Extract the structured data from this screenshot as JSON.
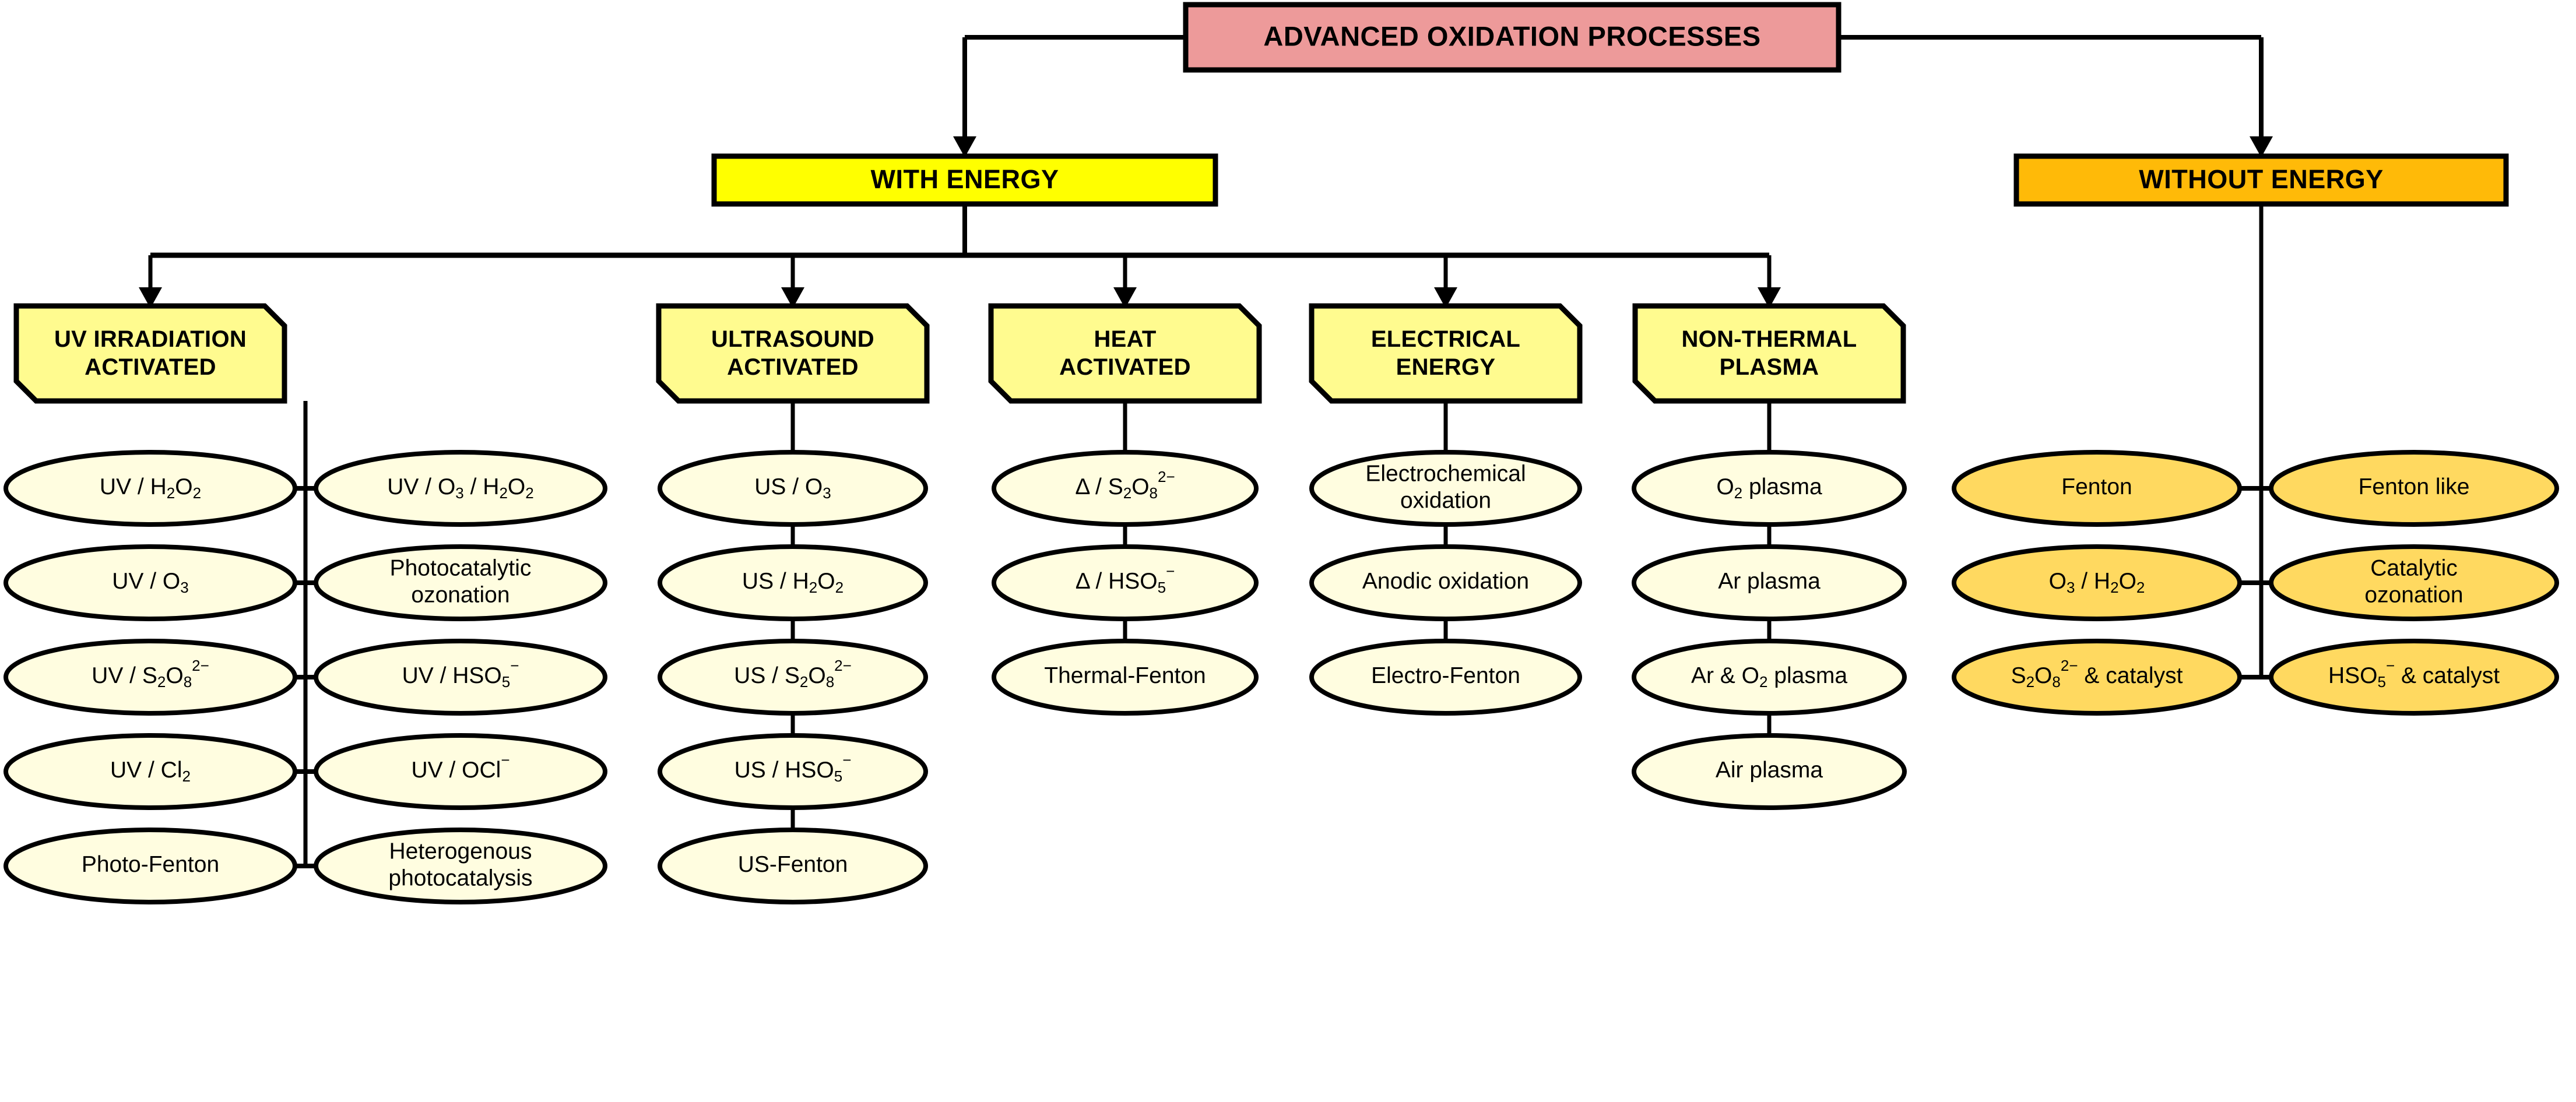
{
  "diagram": {
    "title": "Advanced Oxidation Processes classification",
    "colors": {
      "root_fill": "#ED9A9A",
      "with_energy_fill": "#FFFF00",
      "without_energy_fill": "#FFBA08",
      "category_fill": "#FFFB8F",
      "leaf_left_fill": "#FFFDE0",
      "leaf_right_fill": "#FFD960",
      "stroke": "#000000",
      "background": "#FFFFFF"
    },
    "root": {
      "label": "ADVANCED OXIDATION PROCESSES"
    },
    "branches": [
      {
        "key": "with_energy",
        "label": "WITH ENERGY"
      },
      {
        "key": "without_energy",
        "label": "WITHOUT ENERGY"
      }
    ],
    "categories": [
      {
        "key": "uv",
        "label_lines": [
          "UV IRRADIATION",
          "ACTIVATED"
        ],
        "layout": "two-column",
        "left_column": [
          {
            "parts": [
              {
                "t": "UV / H",
                "k": "n"
              },
              {
                "t": "2",
                "k": "sub"
              },
              {
                "t": "O",
                "k": "n"
              },
              {
                "t": "2",
                "k": "sub"
              }
            ]
          },
          {
            "parts": [
              {
                "t": "UV / O",
                "k": "n"
              },
              {
                "t": "3",
                "k": "sub"
              }
            ]
          },
          {
            "parts": [
              {
                "t": "UV / S",
                "k": "n"
              },
              {
                "t": "2",
                "k": "sub"
              },
              {
                "t": "O",
                "k": "n"
              },
              {
                "t": "8",
                "k": "sub"
              },
              {
                "t": "2−",
                "k": "sup"
              }
            ]
          },
          {
            "parts": [
              {
                "t": "UV / Cl",
                "k": "n"
              },
              {
                "t": "2",
                "k": "sub"
              }
            ]
          },
          {
            "parts": [
              {
                "t": "Photo-Fenton",
                "k": "n"
              }
            ]
          }
        ],
        "right_column": [
          {
            "parts": [
              {
                "t": "UV / O",
                "k": "n"
              },
              {
                "t": "3",
                "k": "sub"
              },
              {
                "t": " / H",
                "k": "n"
              },
              {
                "t": "2",
                "k": "sub"
              },
              {
                "t": "O",
                "k": "n"
              },
              {
                "t": "2",
                "k": "sub"
              }
            ]
          },
          {
            "lines": [
              "Photocatalytic",
              "ozonation"
            ]
          },
          {
            "parts": [
              {
                "t": "UV / HSO",
                "k": "n"
              },
              {
                "t": "5",
                "k": "sub"
              },
              {
                "t": "−",
                "k": "sup"
              }
            ]
          },
          {
            "parts": [
              {
                "t": "UV / OCl",
                "k": "n"
              },
              {
                "t": "−",
                "k": "sup"
              }
            ]
          },
          {
            "lines": [
              "Heterogenous",
              "photocatalysis"
            ]
          }
        ]
      },
      {
        "key": "us",
        "label_lines": [
          "ULTRASOUND",
          "ACTIVATED"
        ],
        "layout": "single-column",
        "items": [
          {
            "parts": [
              {
                "t": "US / O",
                "k": "n"
              },
              {
                "t": "3",
                "k": "sub"
              }
            ]
          },
          {
            "parts": [
              {
                "t": "US / H",
                "k": "n"
              },
              {
                "t": "2",
                "k": "sub"
              },
              {
                "t": "O",
                "k": "n"
              },
              {
                "t": "2",
                "k": "sub"
              }
            ]
          },
          {
            "parts": [
              {
                "t": "US / S",
                "k": "n"
              },
              {
                "t": "2",
                "k": "sub"
              },
              {
                "t": "O",
                "k": "n"
              },
              {
                "t": "8",
                "k": "sub"
              },
              {
                "t": "2−",
                "k": "sup"
              }
            ]
          },
          {
            "parts": [
              {
                "t": "US / HSO",
                "k": "n"
              },
              {
                "t": "5",
                "k": "sub"
              },
              {
                "t": "−",
                "k": "sup"
              }
            ]
          },
          {
            "parts": [
              {
                "t": "US-Fenton",
                "k": "n"
              }
            ]
          }
        ]
      },
      {
        "key": "heat",
        "label_lines": [
          "HEAT",
          "ACTIVATED"
        ],
        "layout": "single-column",
        "items": [
          {
            "parts": [
              {
                "t": "Δ / S",
                "k": "n"
              },
              {
                "t": "2",
                "k": "sub"
              },
              {
                "t": "O",
                "k": "n"
              },
              {
                "t": "8",
                "k": "sub"
              },
              {
                "t": "2−",
                "k": "sup"
              }
            ]
          },
          {
            "parts": [
              {
                "t": "Δ / HSO",
                "k": "n"
              },
              {
                "t": "5",
                "k": "sub"
              },
              {
                "t": "−",
                "k": "sup"
              }
            ]
          },
          {
            "parts": [
              {
                "t": "Thermal-Fenton",
                "k": "n"
              }
            ]
          }
        ]
      },
      {
        "key": "electrical",
        "label_lines": [
          "ELECTRICAL",
          "ENERGY"
        ],
        "layout": "single-column",
        "items": [
          {
            "lines": [
              "Electrochemical",
              "oxidation"
            ]
          },
          {
            "parts": [
              {
                "t": "Anodic oxidation",
                "k": "n"
              }
            ]
          },
          {
            "parts": [
              {
                "t": "Electro-Fenton",
                "k": "n"
              }
            ]
          }
        ]
      },
      {
        "key": "plasma",
        "label_lines": [
          "NON-THERMAL",
          "PLASMA"
        ],
        "layout": "single-column",
        "items": [
          {
            "parts": [
              {
                "t": "O",
                "k": "n"
              },
              {
                "t": "2",
                "k": "sub"
              },
              {
                "t": " plasma",
                "k": "n"
              }
            ]
          },
          {
            "parts": [
              {
                "t": "Ar plasma",
                "k": "n"
              }
            ]
          },
          {
            "parts": [
              {
                "t": "Ar & O",
                "k": "n"
              },
              {
                "t": "2",
                "k": "sub"
              },
              {
                "t": " plasma",
                "k": "n"
              }
            ]
          },
          {
            "parts": [
              {
                "t": "Air plasma",
                "k": "n"
              }
            ]
          }
        ]
      }
    ],
    "without_energy_group": {
      "layout": "two-column",
      "left_column": [
        {
          "parts": [
            {
              "t": "Fenton",
              "k": "n"
            }
          ]
        },
        {
          "parts": [
            {
              "t": "O",
              "k": "n"
            },
            {
              "t": "3",
              "k": "sub"
            },
            {
              "t": " / H",
              "k": "n"
            },
            {
              "t": "2",
              "k": "sub"
            },
            {
              "t": "O",
              "k": "n"
            },
            {
              "t": "2",
              "k": "sub"
            }
          ]
        },
        {
          "parts": [
            {
              "t": "S",
              "k": "n"
            },
            {
              "t": "2",
              "k": "sub"
            },
            {
              "t": "O",
              "k": "n"
            },
            {
              "t": "8",
              "k": "sub"
            },
            {
              "t": "2−",
              "k": "sup"
            },
            {
              "t": " & catalyst",
              "k": "n"
            }
          ]
        }
      ],
      "right_column": [
        {
          "parts": [
            {
              "t": "Fenton like",
              "k": "n"
            }
          ]
        },
        {
          "lines": [
            "Catalytic",
            "ozonation"
          ]
        },
        {
          "parts": [
            {
              "t": "HSO",
              "k": "n"
            },
            {
              "t": "5",
              "k": "sub"
            },
            {
              "t": "−",
              "k": "sup"
            },
            {
              "t": " & catalyst",
              "k": "n"
            }
          ]
        }
      ]
    }
  }
}
